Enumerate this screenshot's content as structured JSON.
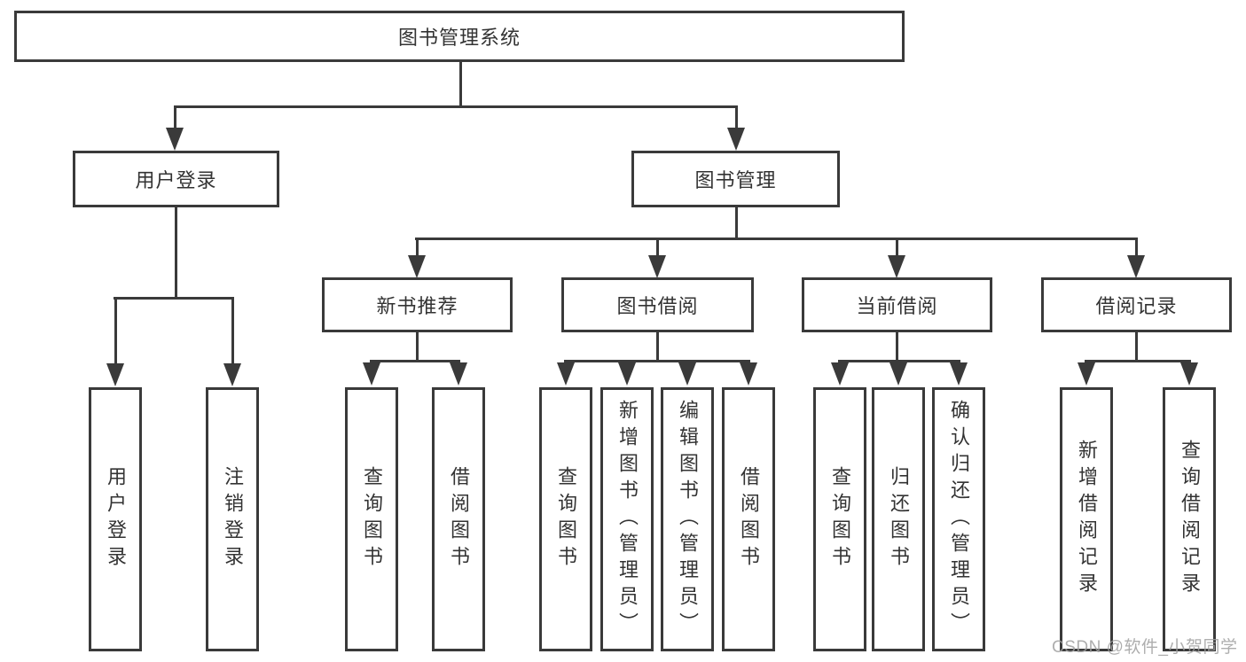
{
  "diagram_title": "图书管理系统",
  "tree": {
    "label": "图书管理系统",
    "children": [
      {
        "label": "用户登录",
        "children": [
          {
            "label": "用户登录"
          },
          {
            "label": "注销登录"
          }
        ]
      },
      {
        "label": "图书管理",
        "children": [
          {
            "label": "新书推荐",
            "children": [
              {
                "label": "查询图书"
              },
              {
                "label": "借阅图书"
              }
            ]
          },
          {
            "label": "图书借阅",
            "children": [
              {
                "label": "查询图书"
              },
              {
                "label": "新增图书（管理员）"
              },
              {
                "label": "编辑图书（管理员）"
              },
              {
                "label": "借阅图书"
              }
            ]
          },
          {
            "label": "当前借阅",
            "children": [
              {
                "label": "查询图书"
              },
              {
                "label": "归还图书"
              },
              {
                "label": "确认归还（管理员）"
              }
            ]
          },
          {
            "label": "借阅记录",
            "children": [
              {
                "label": "新增借阅记录"
              },
              {
                "label": "查询借阅记录"
              }
            ]
          }
        ]
      }
    ]
  },
  "watermark": "CSDN @软件_小贺同学",
  "colors": {
    "line": "#3a3a3a",
    "text": "#333333",
    "box_background": "#ffffff",
    "page_background": "#ffffff",
    "watermark": "#a0a0a0"
  }
}
